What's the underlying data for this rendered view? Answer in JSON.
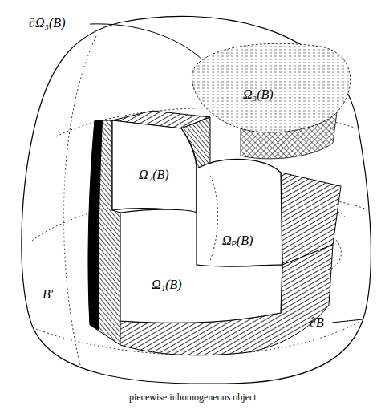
{
  "diagram": {
    "caption": "piecewise inhomogeneous object",
    "nodes": [
      {
        "text": [
          "B'"
        ]
      },
      {
        "text": [
          "Ω₃(B)"
        ],
        "in": 0
      },
      {
        "text": [
          "Ω₂(B)"
        ],
        "in": 0
      },
      {
        "text": [
          "Ωₚ(B)"
        ],
        "in": 0
      },
      {
        "text": [
          "Ω₁(B)"
        ],
        "in": 0
      }
    ],
    "labels": [
      "∂Ω₃(B)",
      "∂B"
    ]
  }
}
